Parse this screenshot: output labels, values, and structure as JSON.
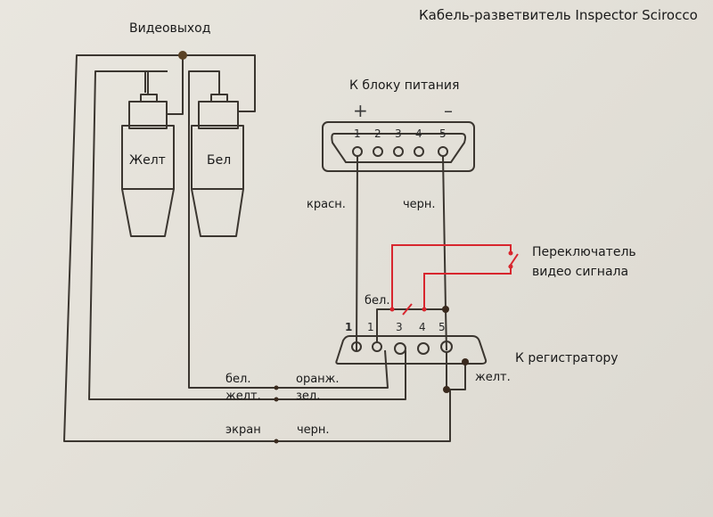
{
  "title": "Кабель-разветвитель Inspector Scirocco",
  "labels": {
    "video_out": "Видеовыход",
    "plug_yellow": "Желт",
    "plug_white": "Бел",
    "power_block": "К блоку питания",
    "plus": "+",
    "minus": "–",
    "wire_red": "красн.",
    "wire_black_power": "черн.",
    "switch_line1": "Переключатель",
    "switch_line2": "видео сигнала",
    "wire_white_top": "бел.",
    "recorder": "К регистратору",
    "wire_yellow_right": "желт.",
    "bus_white": "бел.",
    "bus_orange": "оранж.",
    "bus_yellow": "желт.",
    "bus_green": "зел.",
    "bus_screen": "экран",
    "bus_black": "черн."
  },
  "power_connector_pins": [
    "1",
    "2",
    "3",
    "4",
    "5"
  ],
  "recorder_connector_pins": [
    "1",
    "1",
    "3",
    "4",
    "5"
  ],
  "colors": {
    "wire": "#3b3630",
    "switch_wire": "#d8262e",
    "node": "#3a2a1e",
    "plug_node": "#5a4225"
  }
}
